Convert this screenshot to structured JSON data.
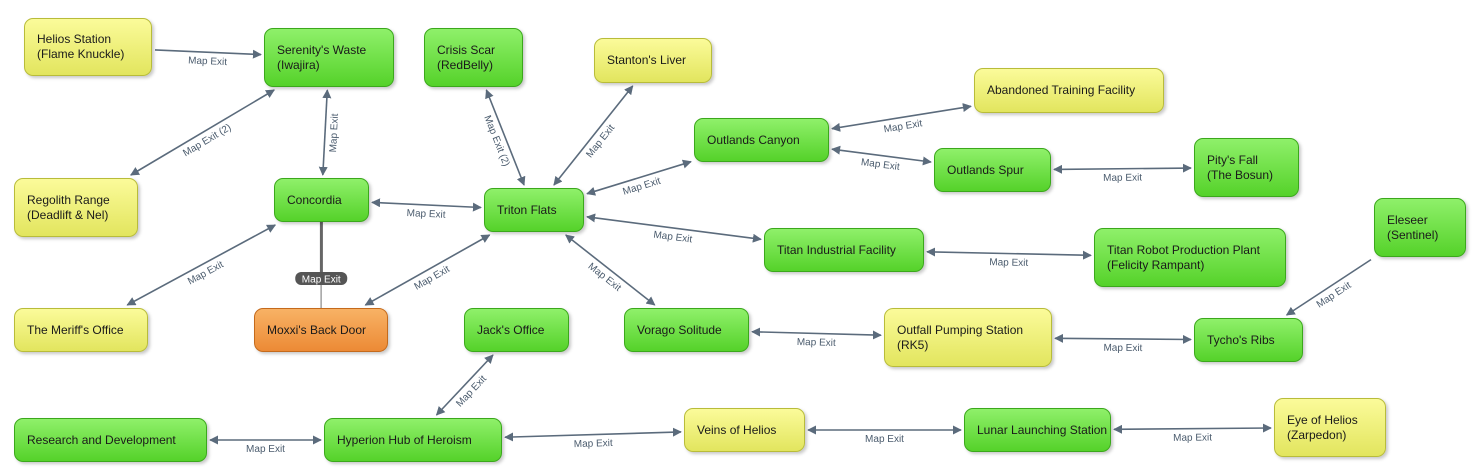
{
  "nodes": [
    {
      "id": "helios",
      "lines": [
        "Helios Station",
        "(Flame Knuckle)"
      ],
      "color": "yellow"
    },
    {
      "id": "serenity",
      "lines": [
        "Serenity's Waste",
        "(Iwajira)"
      ],
      "color": "green"
    },
    {
      "id": "crisis",
      "lines": [
        "Crisis Scar",
        "(RedBelly)"
      ],
      "color": "green"
    },
    {
      "id": "stanton",
      "lines": [
        "Stanton's Liver"
      ],
      "color": "yellow"
    },
    {
      "id": "abandoned",
      "lines": [
        "Abandoned Training Facility"
      ],
      "color": "yellow"
    },
    {
      "id": "canyon",
      "lines": [
        "Outlands Canyon"
      ],
      "color": "green"
    },
    {
      "id": "spur",
      "lines": [
        "Outlands Spur"
      ],
      "color": "green"
    },
    {
      "id": "pity",
      "lines": [
        "Pity's Fall",
        "(The Bosun)"
      ],
      "color": "green"
    },
    {
      "id": "regolith",
      "lines": [
        "Regolith Range",
        "(Deadlift & Nel)"
      ],
      "color": "yellow"
    },
    {
      "id": "concordia",
      "lines": [
        "Concordia"
      ],
      "color": "green"
    },
    {
      "id": "triton",
      "lines": [
        "Triton Flats"
      ],
      "color": "green"
    },
    {
      "id": "titanind",
      "lines": [
        "Titan Industrial Facility"
      ],
      "color": "green"
    },
    {
      "id": "titanrobot",
      "lines": [
        "Titan Robot Production Plant",
        "(Felicity Rampant)"
      ],
      "color": "green"
    },
    {
      "id": "eleseer",
      "lines": [
        "Eleseer",
        "(Sentinel)"
      ],
      "color": "green"
    },
    {
      "id": "meriff",
      "lines": [
        "The Meriff's Office"
      ],
      "color": "yellow"
    },
    {
      "id": "moxxi",
      "lines": [
        "Moxxi's Back Door"
      ],
      "color": "orange"
    },
    {
      "id": "jack",
      "lines": [
        "Jack's Office"
      ],
      "color": "green"
    },
    {
      "id": "vorago",
      "lines": [
        "Vorago Solitude"
      ],
      "color": "green"
    },
    {
      "id": "outfall",
      "lines": [
        "Outfall Pumping Station",
        "(RK5)"
      ],
      "color": "yellow"
    },
    {
      "id": "tycho",
      "lines": [
        "Tycho's Ribs"
      ],
      "color": "green"
    },
    {
      "id": "research",
      "lines": [
        "Research and Development"
      ],
      "color": "green"
    },
    {
      "id": "hyperion",
      "lines": [
        "Hyperion Hub of Heroism"
      ],
      "color": "green"
    },
    {
      "id": "veins",
      "lines": [
        "Veins of Helios"
      ],
      "color": "yellow"
    },
    {
      "id": "lunar",
      "lines": [
        "Lunar  Launching Station"
      ],
      "color": "green"
    },
    {
      "id": "eye",
      "lines": [
        "Eye of Helios",
        "(Zarpedon)"
      ],
      "color": "yellow"
    }
  ],
  "edges": [
    {
      "from": "helios",
      "to": "serenity",
      "label": "Map Exit",
      "dir": "one"
    },
    {
      "from": "serenity",
      "to": "regolith",
      "label": "Map Exit (2)",
      "dir": "both"
    },
    {
      "from": "serenity",
      "to": "concordia",
      "label": "Map Exit",
      "dir": "both"
    },
    {
      "from": "crisis",
      "to": "triton",
      "label": "Map Exit (2)",
      "dir": "both"
    },
    {
      "from": "triton",
      "to": "stanton",
      "label": "Map Exit",
      "dir": "both"
    },
    {
      "from": "triton",
      "to": "canyon",
      "label": "Map Exit",
      "dir": "both"
    },
    {
      "from": "canyon",
      "to": "abandoned",
      "label": "Map Exit",
      "dir": "both"
    },
    {
      "from": "canyon",
      "to": "spur",
      "label": "Map Exit",
      "dir": "both"
    },
    {
      "from": "spur",
      "to": "pity",
      "label": "Map Exit",
      "dir": "both"
    },
    {
      "from": "concordia",
      "to": "triton",
      "label": "Map Exit",
      "dir": "both"
    },
    {
      "from": "triton",
      "to": "titanind",
      "label": "Map Exit",
      "dir": "both"
    },
    {
      "from": "titanind",
      "to": "titanrobot",
      "label": "Map Exit",
      "dir": "both"
    },
    {
      "from": "concordia",
      "to": "meriff",
      "label": "Map Exit",
      "dir": "both"
    },
    {
      "from": "concordia",
      "to": "moxxi",
      "label": "Map Exit",
      "dir": "none"
    },
    {
      "from": "triton",
      "to": "moxxi",
      "label": "Map Exit",
      "dir": "both"
    },
    {
      "from": "triton",
      "to": "vorago",
      "label": "Map Exit",
      "dir": "both"
    },
    {
      "from": "vorago",
      "to": "outfall",
      "label": "Map Exit",
      "dir": "both"
    },
    {
      "from": "outfall",
      "to": "tycho",
      "label": "Map Exit",
      "dir": "both"
    },
    {
      "from": "eleseer",
      "to": "tycho",
      "label": "Map Exit",
      "dir": "one"
    },
    {
      "from": "jack",
      "to": "hyperion",
      "label": "Map Exit",
      "dir": "both"
    },
    {
      "from": "research",
      "to": "hyperion",
      "label": "Map Exit",
      "dir": "both"
    },
    {
      "from": "hyperion",
      "to": "veins",
      "label": "Map Exit",
      "dir": "both"
    },
    {
      "from": "veins",
      "to": "lunar",
      "label": "Map Exit",
      "dir": "both"
    },
    {
      "from": "lunar",
      "to": "eye",
      "label": "Map Exit",
      "dir": "both"
    }
  ],
  "colors": {
    "edge": "#5b6b7c",
    "edge_label": "#4a5b6d",
    "badge": "#555555",
    "badge_line": "#666666"
  }
}
